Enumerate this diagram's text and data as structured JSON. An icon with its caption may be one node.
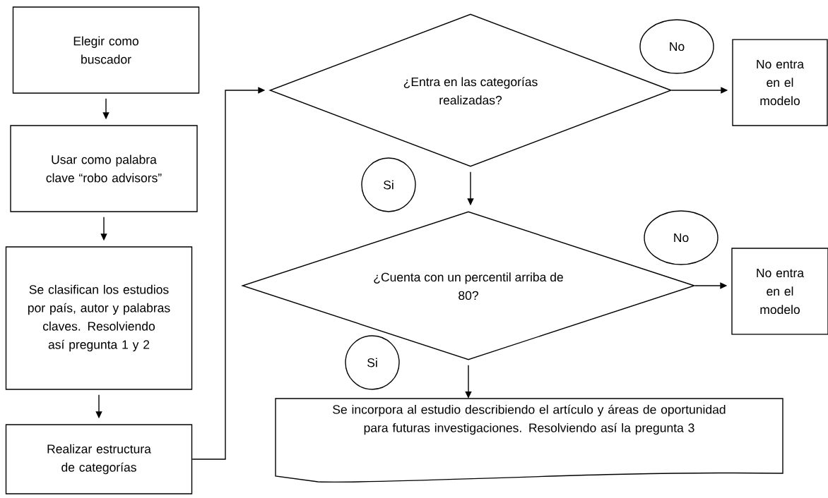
{
  "diagram": {
    "nodes": [
      {
        "text": [
          "Elegir como buscador"
        ]
      },
      {
        "text": [
          "Usar como palabra clave “robo advisors”"
        ]
      },
      {
        "text": [
          "Se clasifican los estudios por país, autor y palabras claves. Resolviendo así pregunta 1 y 2"
        ]
      },
      {
        "text": [
          "Realizar estructura de categorías"
        ]
      },
      {
        "text": [
          "¿Entra en las categorías realizadas?"
        ]
      },
      {
        "text": [
          "No"
        ]
      },
      {
        "text": [
          "No entra en el modelo"
        ]
      },
      {
        "text": [
          "Si"
        ]
      },
      {
        "text": [
          "¿Cuenta con un percentil arriba de 80?"
        ]
      },
      {
        "text": [
          "No"
        ]
      },
      {
        "text": [
          "No entra en el modelo"
        ]
      },
      {
        "text": [
          "Si"
        ]
      },
      {
        "text": [
          "Se incorpora al estudio describiendo el artículo y áreas de oportunidad para futuras investigaciones. Resolviendo así la pregunta 3"
        ]
      }
    ],
    "edges": [
      {
        "from": 0,
        "to": 1,
        "arrow": "to"
      },
      {
        "from": 1,
        "to": 2,
        "arrow": "to"
      },
      {
        "from": 2,
        "to": 3,
        "arrow": "to"
      },
      {
        "from": 3,
        "to": 4,
        "arrow": "to"
      },
      {
        "from": 4,
        "to": 6,
        "arrow": "to"
      },
      {
        "from": 4,
        "to": 8,
        "arrow": "to"
      },
      {
        "from": 8,
        "to": 10,
        "arrow": "to"
      },
      {
        "from": 8,
        "to": 12,
        "arrow": "to"
      }
    ]
  }
}
